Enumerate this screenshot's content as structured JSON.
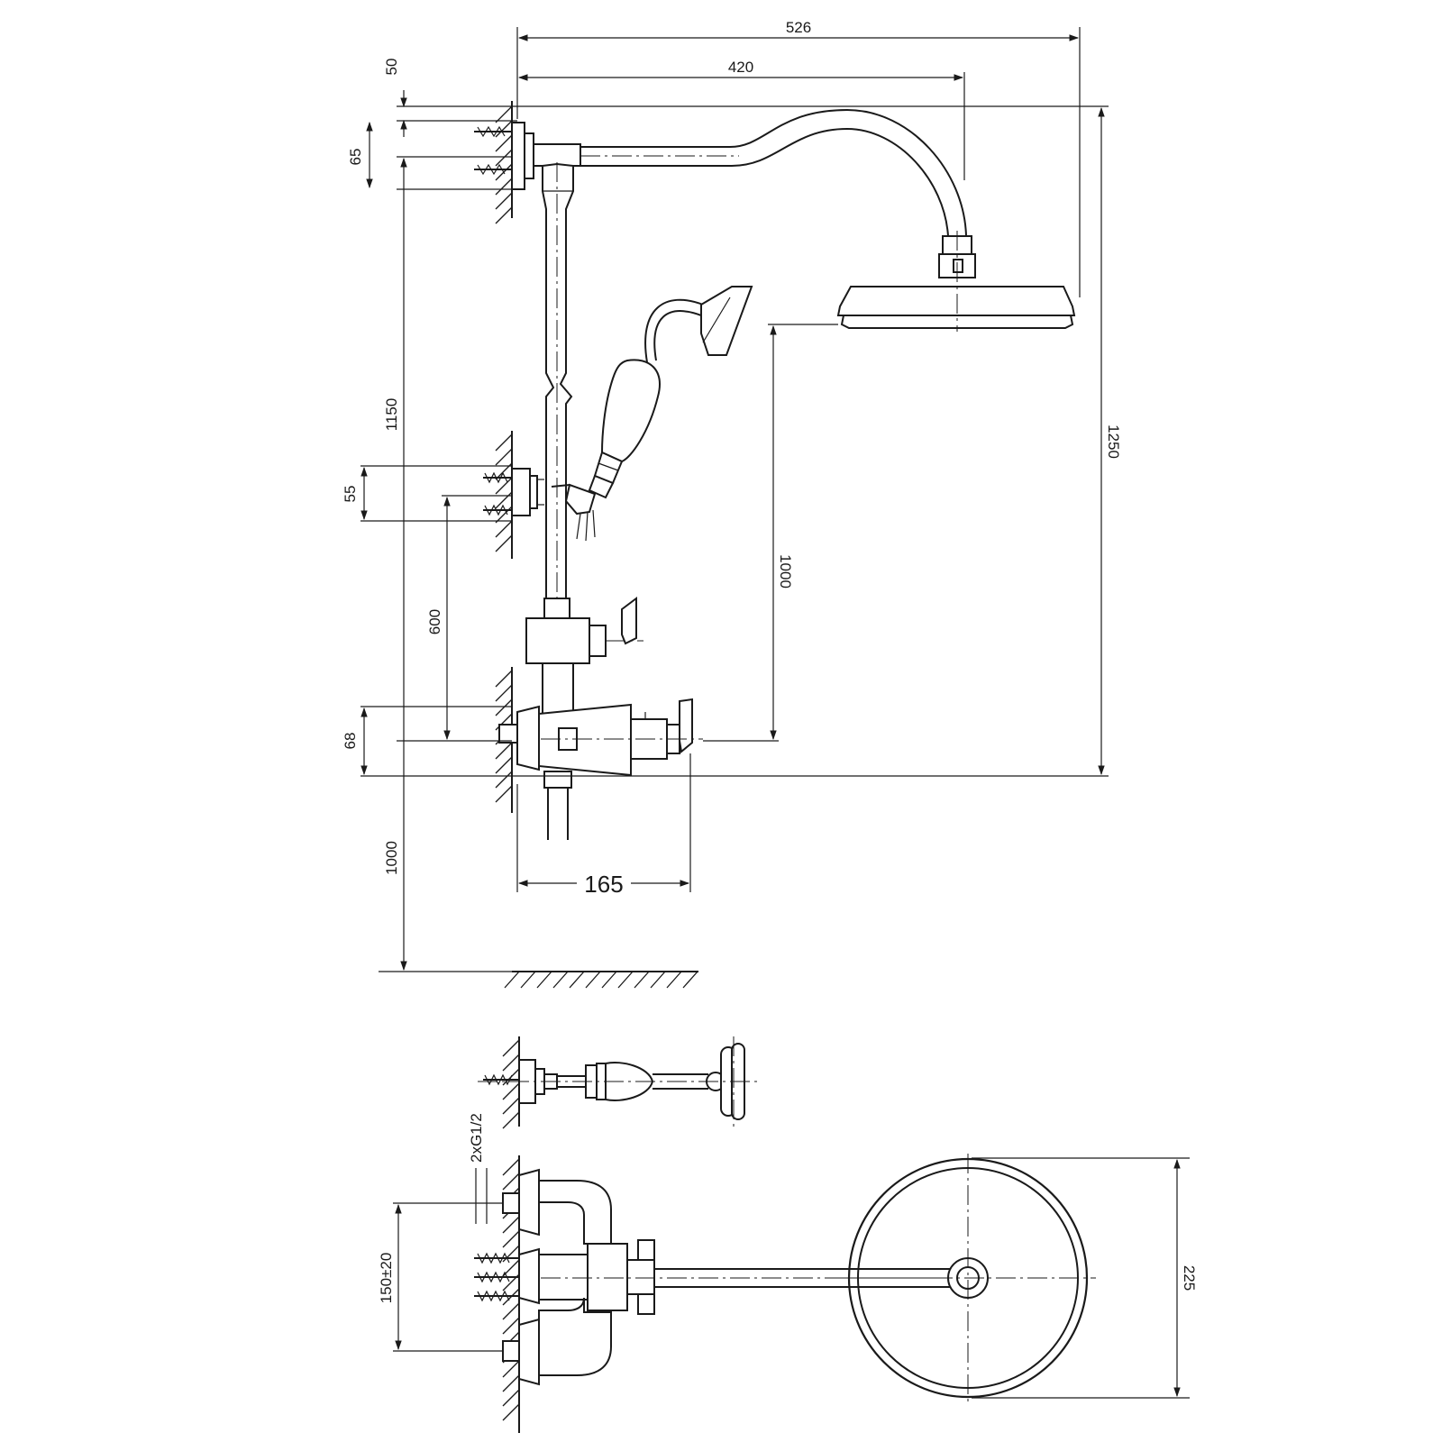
{
  "dimensions": {
    "overall_projection": "526",
    "head_projection": "420",
    "top_offset": "50",
    "top_bracket_spacing": "65",
    "height_above_floor_top": "1150",
    "mid_bracket_spacing": "55",
    "mid_bracket_height": "600",
    "outlet_spacing": "68",
    "mixer_height_floor": "1000",
    "head_height_above_mixer": "1000",
    "total_height": "1250",
    "mixer_projection": "165",
    "inlet_thread": "2xG1/2",
    "inlet_centers": "150±20",
    "head_diameter": "225"
  }
}
